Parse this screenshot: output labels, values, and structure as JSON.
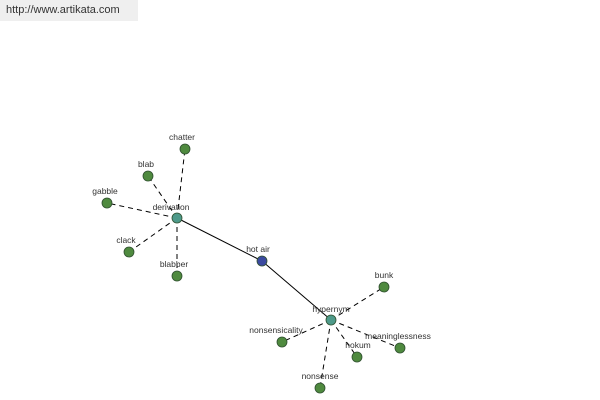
{
  "header": {
    "url": "http://www.artikata.com"
  },
  "colors": {
    "center_node": "#3b4aa0",
    "hub_node": "#4e9a8a",
    "leaf_node": "#4f8a3f",
    "node_stroke": "#2f4f2f",
    "edge": "#000000"
  },
  "graph": {
    "nodes": [
      {
        "id": "hot_air",
        "label": "hot air",
        "role": "center"
      },
      {
        "id": "derivation",
        "label": "derivation",
        "role": "hub"
      },
      {
        "id": "hypernym",
        "label": "hypernym",
        "role": "hub"
      },
      {
        "id": "chatter",
        "label": "chatter",
        "role": "leaf"
      },
      {
        "id": "blab",
        "label": "blab",
        "role": "leaf"
      },
      {
        "id": "gabble",
        "label": "gabble",
        "role": "leaf"
      },
      {
        "id": "clack",
        "label": "clack",
        "role": "leaf"
      },
      {
        "id": "blabber",
        "label": "blabber",
        "role": "leaf"
      },
      {
        "id": "bunk",
        "label": "bunk",
        "role": "leaf"
      },
      {
        "id": "nonsensicality",
        "label": "nonsensicality",
        "role": "leaf"
      },
      {
        "id": "meaninglessness",
        "label": "meaninglessness",
        "role": "leaf"
      },
      {
        "id": "hokum",
        "label": "hokum",
        "role": "leaf"
      },
      {
        "id": "nonsense",
        "label": "nonsense",
        "role": "leaf"
      }
    ],
    "edges": [
      {
        "from": "hot_air",
        "to": "derivation",
        "style": "solid"
      },
      {
        "from": "hot_air",
        "to": "hypernym",
        "style": "solid"
      },
      {
        "from": "derivation",
        "to": "chatter",
        "style": "dashed"
      },
      {
        "from": "derivation",
        "to": "blab",
        "style": "dashed"
      },
      {
        "from": "derivation",
        "to": "gabble",
        "style": "dashed"
      },
      {
        "from": "derivation",
        "to": "clack",
        "style": "dashed"
      },
      {
        "from": "derivation",
        "to": "blabber",
        "style": "dashed"
      },
      {
        "from": "hypernym",
        "to": "bunk",
        "style": "dashed"
      },
      {
        "from": "hypernym",
        "to": "nonsensicality",
        "style": "dashed"
      },
      {
        "from": "hypernym",
        "to": "meaninglessness",
        "style": "dashed"
      },
      {
        "from": "hypernym",
        "to": "hokum",
        "style": "dashed"
      },
      {
        "from": "hypernym",
        "to": "nonsense",
        "style": "dashed"
      }
    ]
  }
}
